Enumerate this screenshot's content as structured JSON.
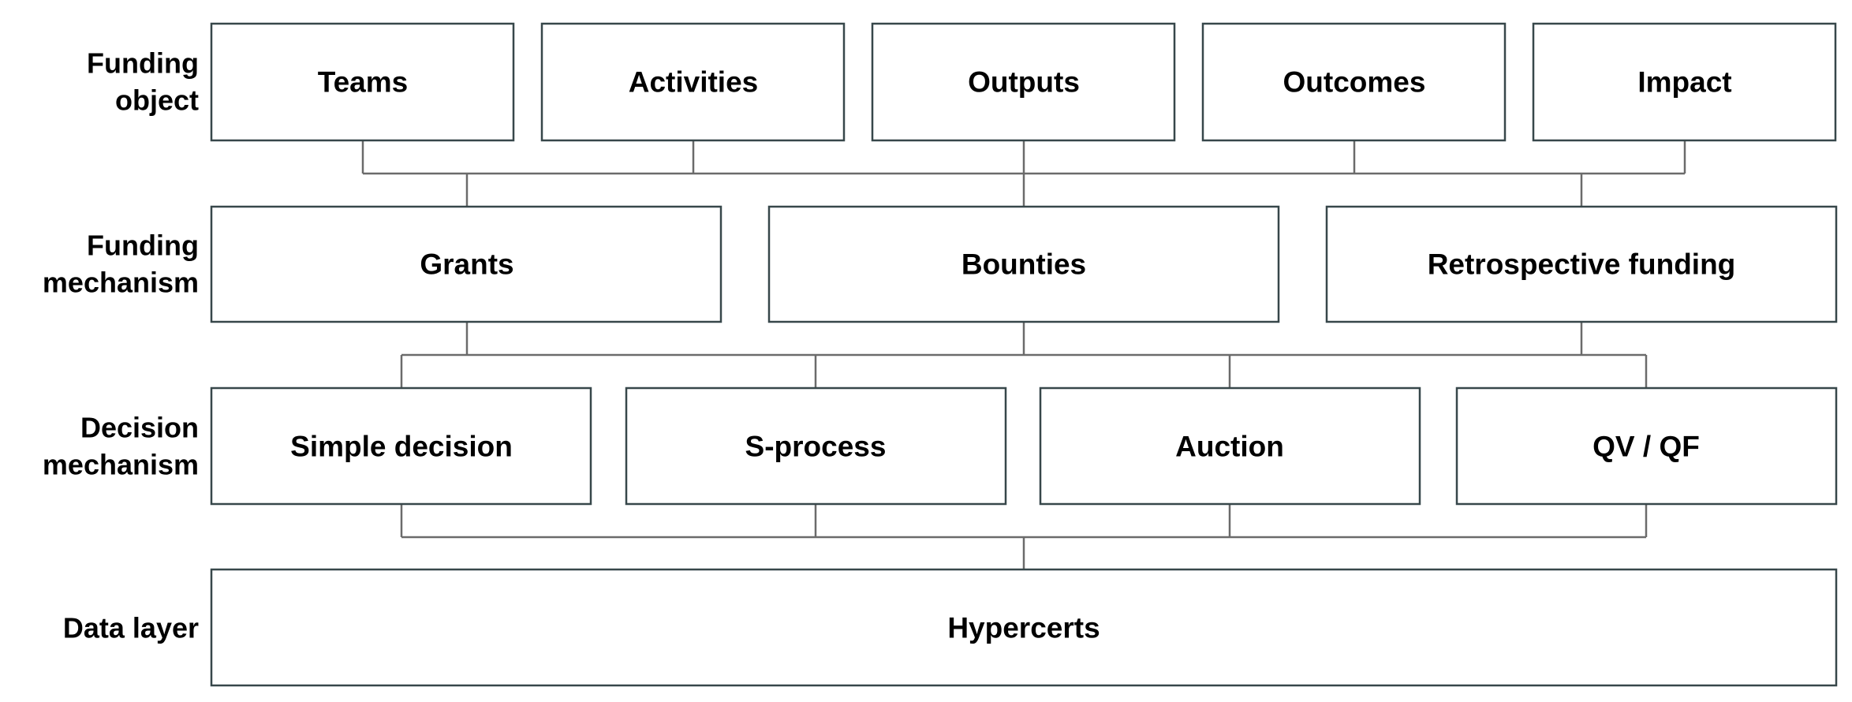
{
  "rows": [
    {
      "label_lines": [
        "Funding",
        "object"
      ],
      "boxes": [
        "Teams",
        "Activities",
        "Outputs",
        "Outcomes",
        "Impact"
      ]
    },
    {
      "label_lines": [
        "Funding",
        "mechanism"
      ],
      "boxes": [
        "Grants",
        "Bounties",
        "Retrospective funding"
      ]
    },
    {
      "label_lines": [
        "Decision",
        "mechanism"
      ],
      "boxes": [
        "Simple decision",
        "S-process",
        "Auction",
        "QV / QF"
      ]
    },
    {
      "label_lines": [
        "Data layer"
      ],
      "boxes": [
        "Hypercerts"
      ]
    }
  ]
}
